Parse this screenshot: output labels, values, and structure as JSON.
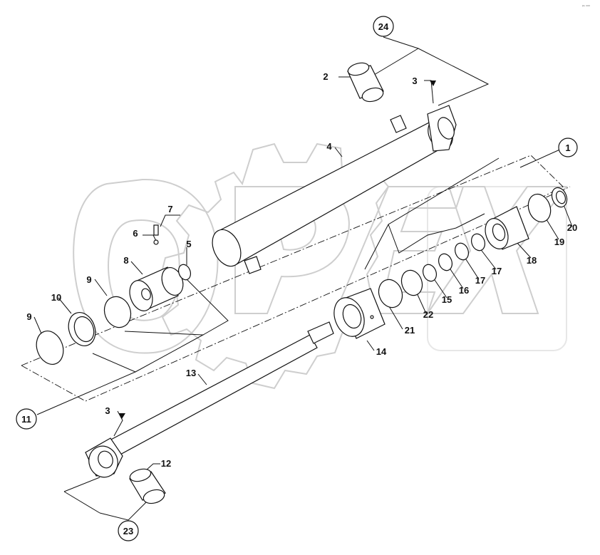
{
  "corner_mark": "ᵖⁿ ᵒᵒᵒ",
  "callouts": [
    {
      "id": "c1",
      "label": "1"
    },
    {
      "id": "c2",
      "label": "2"
    },
    {
      "id": "c3a",
      "label": "3"
    },
    {
      "id": "c3b",
      "label": "3"
    },
    {
      "id": "c4",
      "label": "4"
    },
    {
      "id": "c5",
      "label": "5"
    },
    {
      "id": "c6",
      "label": "6"
    },
    {
      "id": "c7",
      "label": "7"
    },
    {
      "id": "c8",
      "label": "8"
    },
    {
      "id": "c9a",
      "label": "9"
    },
    {
      "id": "c9b",
      "label": "9"
    },
    {
      "id": "c10",
      "label": "10"
    },
    {
      "id": "c11",
      "label": "11"
    },
    {
      "id": "c12",
      "label": "12"
    },
    {
      "id": "c13",
      "label": "13"
    },
    {
      "id": "c14",
      "label": "14"
    },
    {
      "id": "c15",
      "label": "15"
    },
    {
      "id": "c16",
      "label": "16"
    },
    {
      "id": "c17a",
      "label": "17"
    },
    {
      "id": "c17b",
      "label": "17"
    },
    {
      "id": "c18",
      "label": "18"
    },
    {
      "id": "c19",
      "label": "19"
    },
    {
      "id": "c20",
      "label": "20"
    },
    {
      "id": "c21",
      "label": "21"
    },
    {
      "id": "c22",
      "label": "22"
    },
    {
      "id": "c23",
      "label": "23"
    },
    {
      "id": "c24",
      "label": "24"
    }
  ],
  "watermark": {
    "text": "OPEX"
  }
}
